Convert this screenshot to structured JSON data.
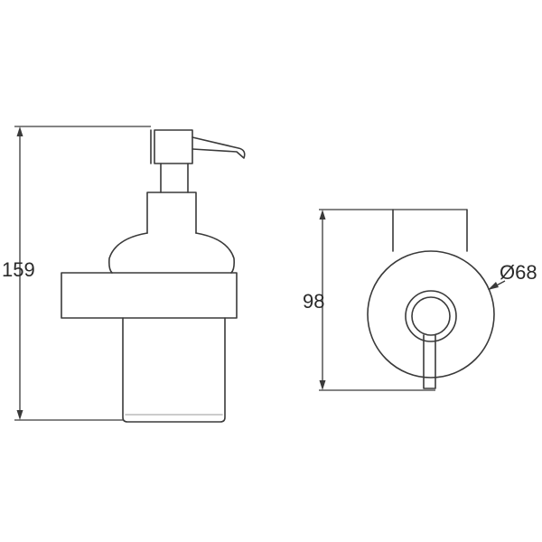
{
  "dimensions": {
    "overall_height": "159",
    "mount_height": "98",
    "mount_diameter": "Ø68"
  }
}
